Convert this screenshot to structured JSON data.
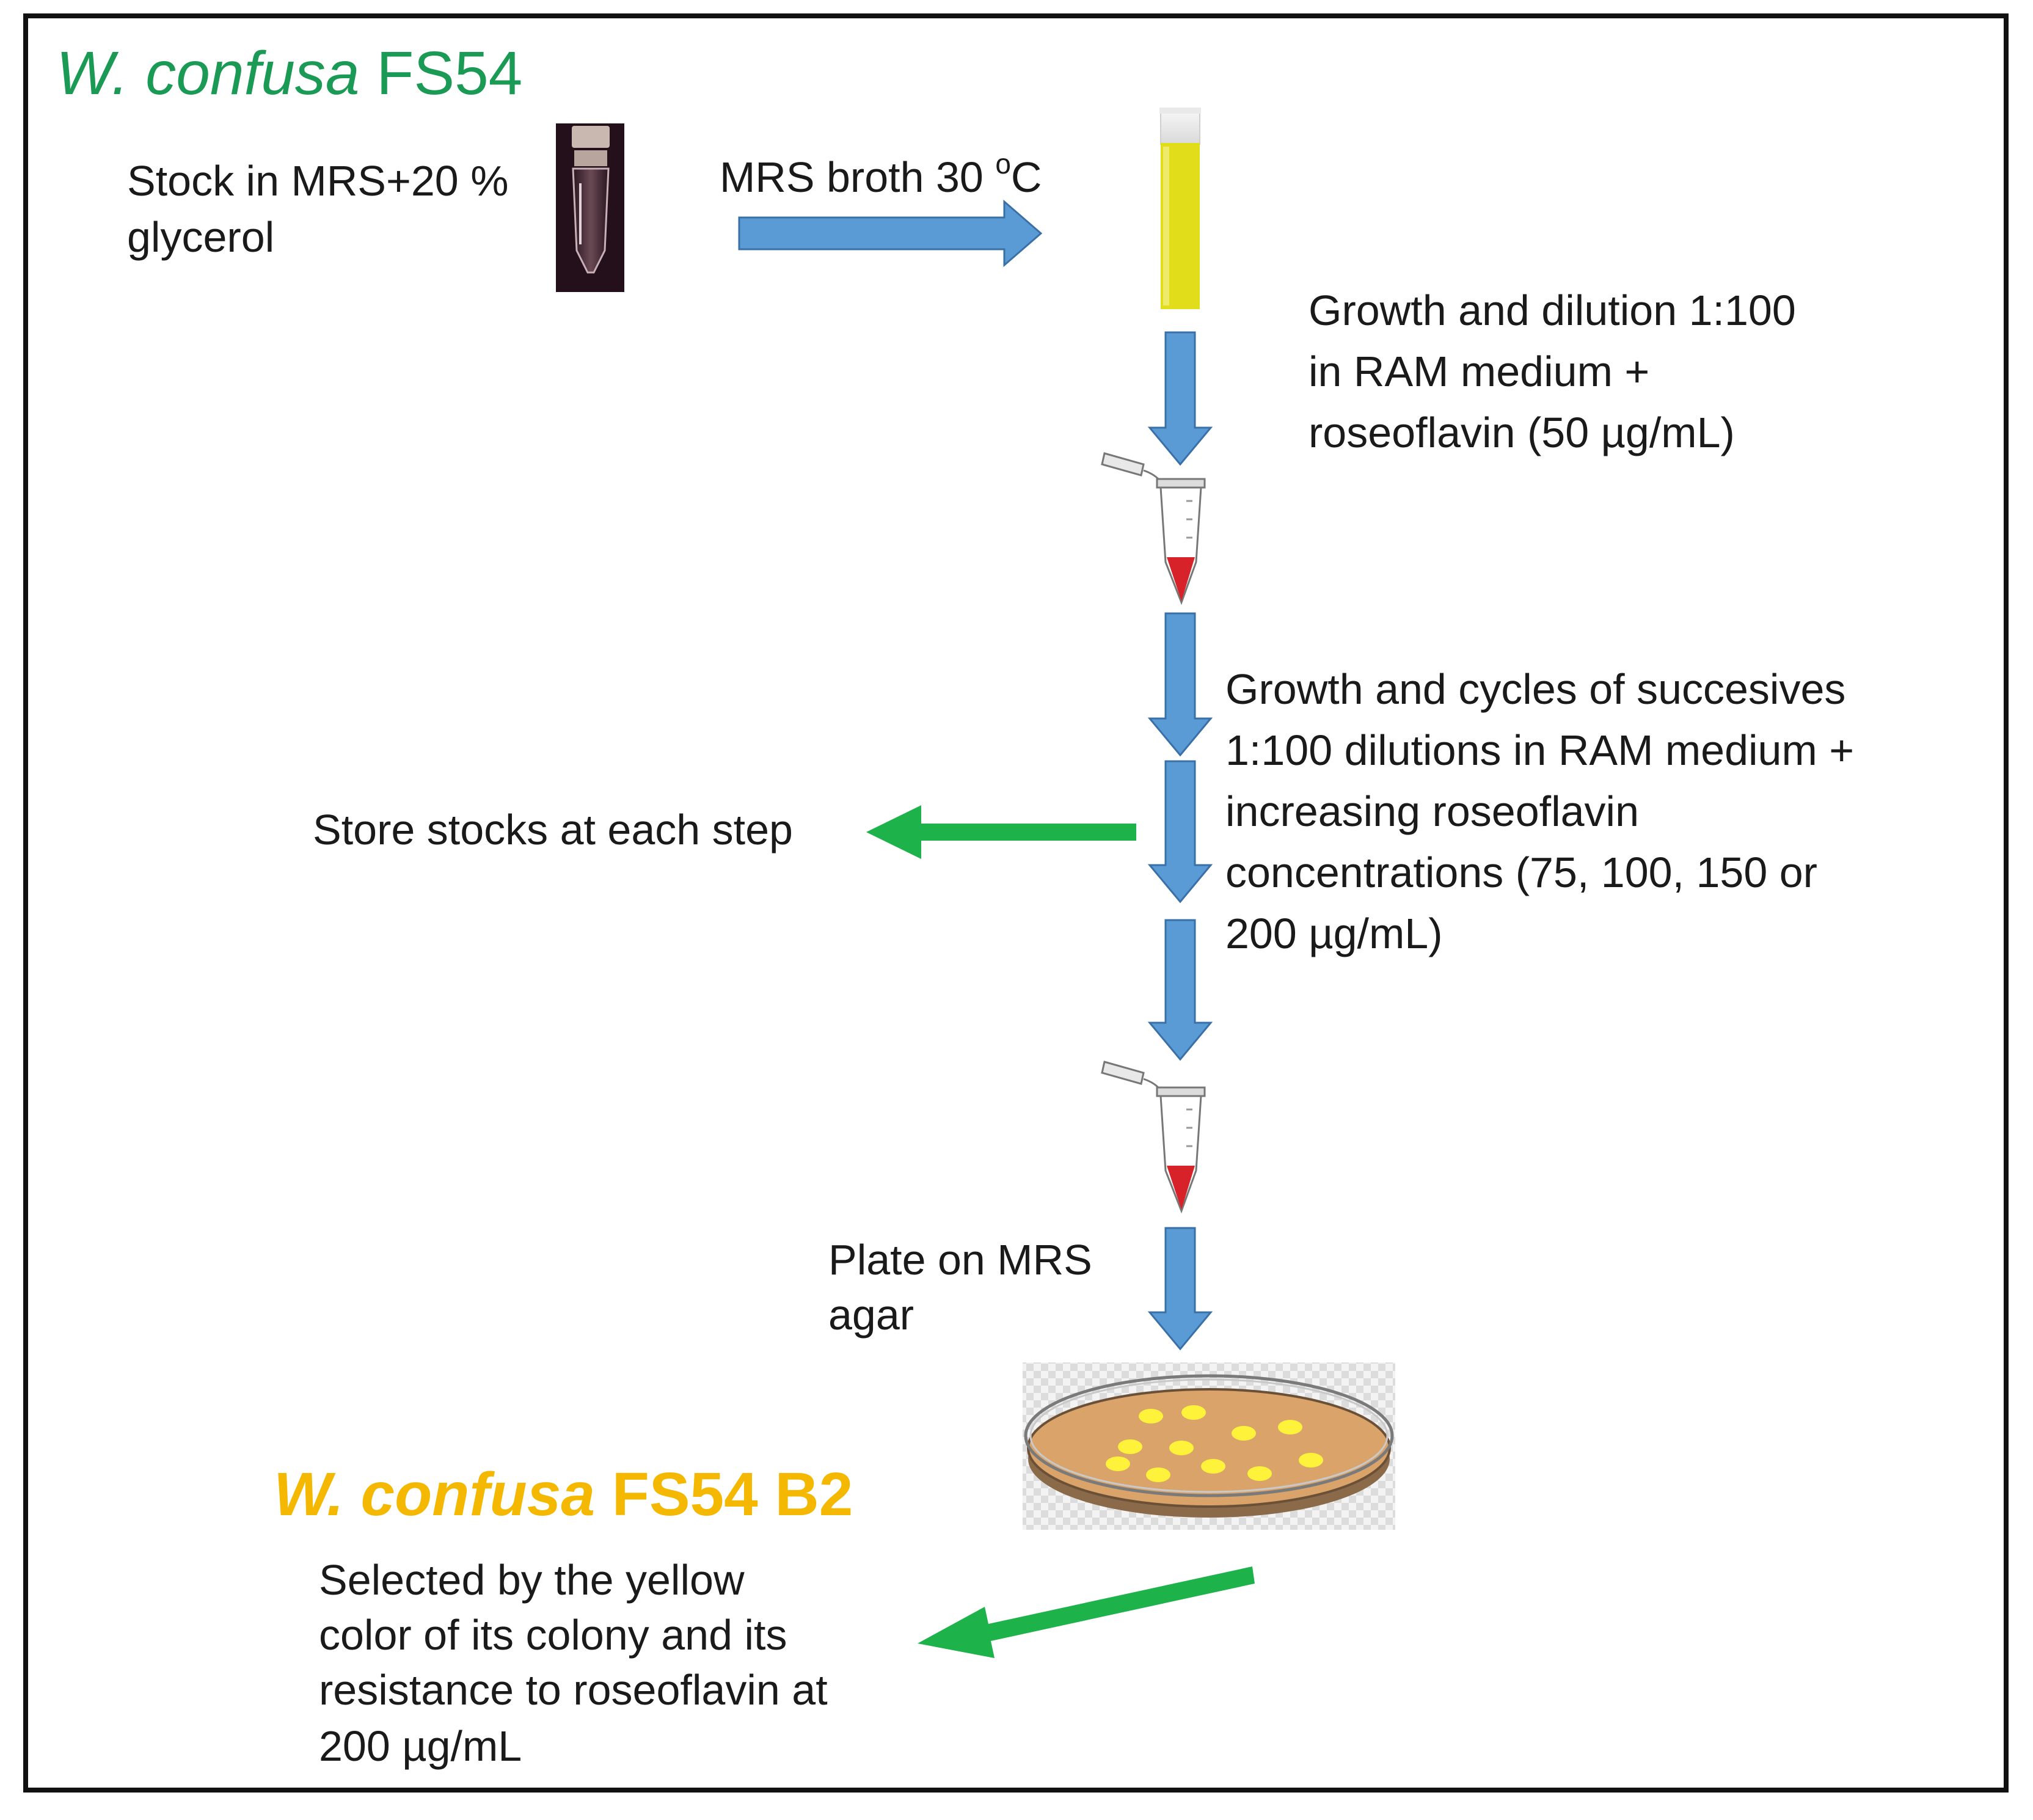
{
  "title_top": {
    "italic": "W. confusa",
    "rest": "FS54",
    "color": "#1a9a55"
  },
  "title_bottom": {
    "italic": "W. confusa",
    "rest": "FS54 B2",
    "color": "#f5b800"
  },
  "labels": {
    "stock": [
      "Stock in MRS+20 %",
      "glycerol"
    ],
    "broth": "MRS broth 30 ",
    "broth_sup": "o",
    "broth_unit": "C",
    "growth1": [
      "Growth and dilution 1:100",
      "in RAM medium +",
      "roseoflavin (50 µg/mL)"
    ],
    "growth2": [
      "Growth and cycles of succesives",
      "1:100 dilutions in RAM medium +",
      "increasing roseoflavin",
      "concentrations (75, 100, 150 or",
      "200 µg/mL)"
    ],
    "store": "Store  stocks at each step",
    "plate": [
      "Plate on  MRS",
      "agar"
    ],
    "selected": [
      "Selected by the yellow",
      "color of its colony and its",
      "resistance to roseoflavin at",
      "200 µg/mL"
    ]
  },
  "colors": {
    "blue_arrow": "#5b9bd5",
    "green_arrow": "#1db34a",
    "broth_yellow": "#e2dd1a",
    "agar": "#d9a36a",
    "colony": "#fff23a",
    "tube_tip": "#d8222a"
  },
  "icons": [
    "cryovial-icon",
    "culture-tube-icon",
    "microtube-icon",
    "petri-dish-icon",
    "arrow-icon"
  ]
}
